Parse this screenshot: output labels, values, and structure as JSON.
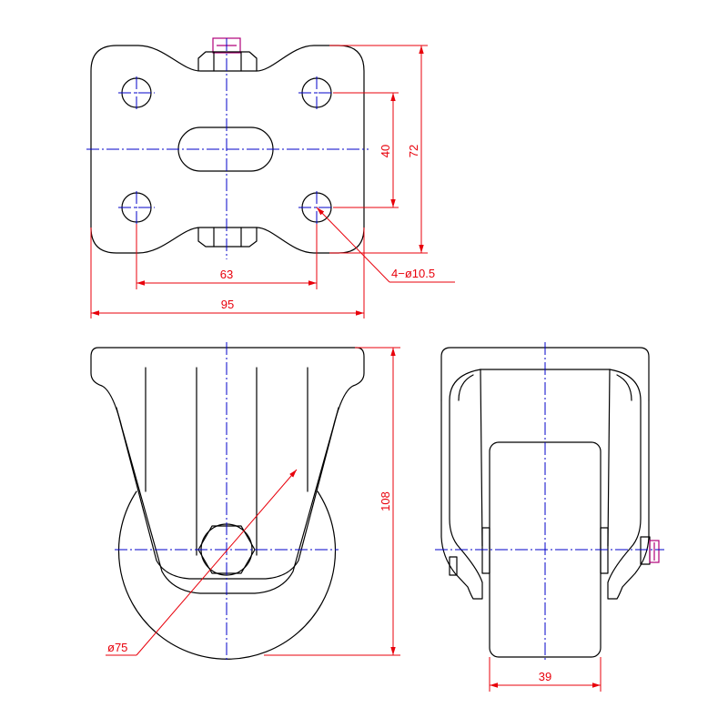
{
  "drawing": {
    "colors": {
      "outline": "#000000",
      "centerline": "#0000c8",
      "dimension": "#e8000b",
      "bolt": "#b0007a",
      "background": "#ffffff"
    },
    "views": [
      "top-plate-view",
      "front-view",
      "side-view"
    ],
    "dimensions": {
      "plate_hole_spacing_vertical": "40",
      "plate_height": "72",
      "plate_hole_callout": "4−ø10.5",
      "plate_hole_spacing_horizontal": "63",
      "plate_width": "95",
      "overall_height": "108",
      "wheel_diameter": "ø75",
      "wheel_width": "39"
    }
  }
}
